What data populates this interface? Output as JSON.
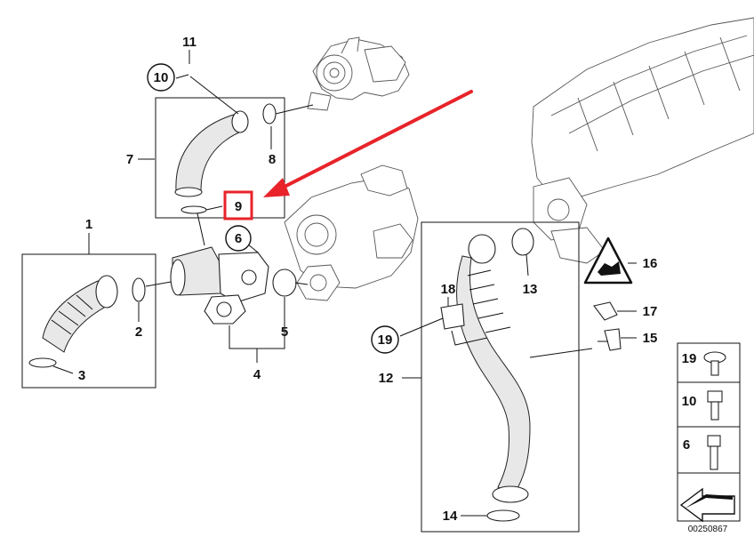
{
  "diagram": {
    "image_code": "00250867",
    "highlight_color": "#e8232a",
    "callouts": {
      "c1": "1",
      "c2": "2",
      "c3": "3",
      "c4": "4",
      "c5": "5",
      "c6": "6",
      "c7": "7",
      "c8": "8",
      "c9": "9",
      "c10": "10",
      "c11": "11",
      "c12": "12",
      "c13": "13",
      "c14": "14",
      "c15": "15",
      "c16": "16",
      "c17": "17",
      "c18": "18",
      "c19": "19"
    },
    "legend": {
      "l19": "19",
      "l10": "10",
      "l6": "6"
    },
    "highlighted_callout": "9"
  }
}
